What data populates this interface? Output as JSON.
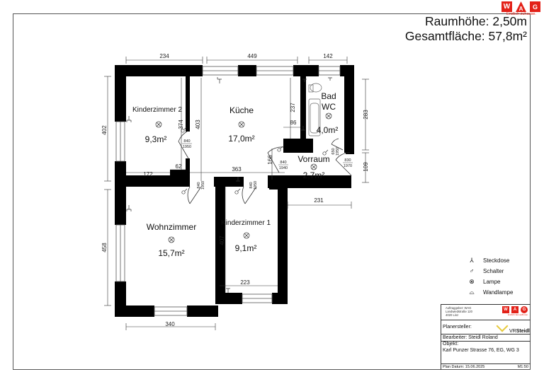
{
  "header": {
    "room_height": "Raumhöhe: 2,50m",
    "total_area": "Gesamtfläche: 57,8m²"
  },
  "brand": {
    "logo_letters": [
      "W",
      "A",
      "G"
    ],
    "tagline": "Endlich zuhause.",
    "color": "#e32118"
  },
  "rooms": [
    {
      "name": "Kinderzimmer 2",
      "area": "9,3m²"
    },
    {
      "name": "Küche",
      "area": "17,0m²"
    },
    {
      "name": "Bad WC",
      "name_line1": "Bad",
      "name_line2": "WC",
      "area": "4,0m²"
    },
    {
      "name": "Vorraum",
      "area": "2,7m²"
    },
    {
      "name": "Wohnzimmer",
      "area": "15,7m²"
    },
    {
      "name": "Kinderzimmer 1",
      "area": "9,1m²"
    }
  ],
  "dimensions": {
    "top": [
      "234",
      "449",
      "142"
    ],
    "left": [
      "402",
      "458"
    ],
    "right": [
      "283",
      "109"
    ],
    "bottom": [
      "340",
      "231"
    ],
    "interior": [
      "374",
      "403",
      "237",
      "86",
      "172",
      "62",
      "363",
      "166",
      "407",
      "223"
    ]
  },
  "doors": [
    {
      "id": "kz2",
      "w": "840",
      "h": "1950"
    },
    {
      "id": "kueche",
      "w": "840",
      "h": "1940"
    },
    {
      "id": "bad",
      "w": "650",
      "h": "1950"
    },
    {
      "id": "entry",
      "w": "830",
      "h": "1970"
    },
    {
      "id": "wohn",
      "w": "840",
      "h": "1950"
    },
    {
      "id": "kz1",
      "w": "840",
      "h": "1950"
    }
  ],
  "legend": [
    {
      "icon": "socket-icon",
      "symbol": "⅄",
      "label": "Steckdose"
    },
    {
      "icon": "switch-icon",
      "symbol": "♂",
      "label": "Schalter"
    },
    {
      "icon": "lamp-icon",
      "symbol": "⊗",
      "label": "Lampe"
    },
    {
      "icon": "wall-lamp-icon",
      "symbol": "⌓",
      "label": "Wandlampe"
    }
  ],
  "title_block": {
    "client_line1": "Auftraggeber: WAG",
    "client_line2": "Landwiedstraße 120",
    "client_line3": "4020 Linz",
    "mini_tagline": "Endlich fast aufhören",
    "planner_label": "Planersteller:",
    "planner_logo_prefix": "VR",
    "planner_logo_name": "Steidl",
    "editor": "Bearbeiter: Steidl Roland",
    "object_label": "Objekt:",
    "object": "Karl Punzer Strasse 76, EG, WG 3",
    "plan_date": "Plan Datum: 15.06.2025",
    "scale": "M1:50"
  }
}
